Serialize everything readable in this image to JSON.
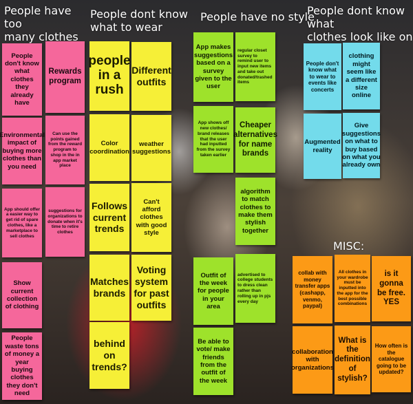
{
  "headings": {
    "col1": "People have too\nmany clothes",
    "col2": "People dont know\nwhat to wear",
    "col3": "People have no style",
    "col4": "People dont know what\nclothes look like on them",
    "misc": "MISC:"
  },
  "notes": {
    "p1": "People don't know what clothes they already have",
    "p2": "Rewards program",
    "p3": "Environmental impact of buying more clothes than you need",
    "p4": "Can use the points gained from the reward program to shop in the in app market place",
    "p5": "App should offer a easier way to get rid of spare clothes, like a marketplace to sell clothes",
    "p6": "suggestions for organizations to donate when it's time to retire clothes",
    "p7": "Show current collection of clothing",
    "p8": "People waste tons of money a year buying clothes they don't need",
    "y1": "people in a rush",
    "y2": "Different outfits",
    "y3": "Color coordination",
    "y4": "weather suggestions",
    "y5": "Follows current trends",
    "y6": "Can't afford clothes with good style",
    "y7": "Matches brands",
    "y8": "Voting system for past outfits",
    "y9": "behind on trends?",
    "g1": "App makes suggestions based on a survey given to the user",
    "g2": "regular closet survey to remind user to input new items and take out donated/trashed items",
    "g3": "App shows off new clothes/ brand releases that the user had inputted from the survey taken earlier",
    "g4": "Cheaper alternatives for name brands",
    "g5": "algorithm to match clothes to make them stylish together",
    "g6": "Outfit of the week for people in your area",
    "g7": "advertised to college students to dress clean rather than rolling up in pjs every day",
    "g8": "Be able to vote/ make friends from the outfit of the week",
    "c1": "People don't know what to wear to events like concerts",
    "c2": "clothing might seem like a different size online",
    "c3": "Augmented reality",
    "c4": "Give suggestions on what to buy based on what you already own",
    "o1": "collab with money transfer apps (cashapp, venmo, paypal)",
    "o2": "All clothes in your wardrobe must be inputted into the app for the best possible combinations",
    "o3": "is it gonna be free. YES",
    "o4": "collaboration with organizations",
    "o5": "What is the definition of stylish?",
    "o6": "How often is the catalogue going to be updated?"
  }
}
